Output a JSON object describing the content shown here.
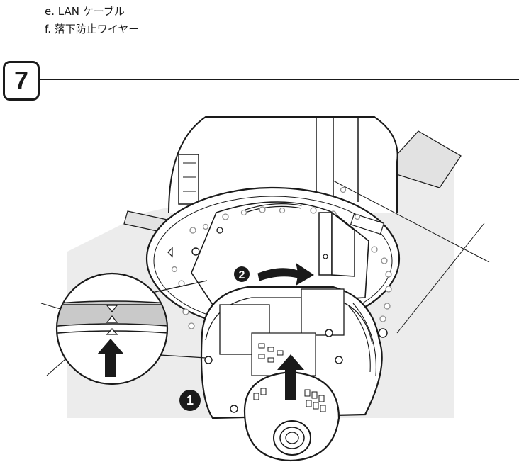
{
  "items": [
    {
      "text": "e. LAN ケーブル"
    },
    {
      "text": "f. 落下防止ワイヤー"
    }
  ],
  "step": {
    "number": "7"
  },
  "callouts": [
    {
      "label": "1"
    },
    {
      "label": "2"
    }
  ],
  "colors": {
    "ink": "#1a1a1a",
    "panel": "#ececec",
    "band": "#c9c9c9",
    "screw": "#8f8f8f"
  }
}
